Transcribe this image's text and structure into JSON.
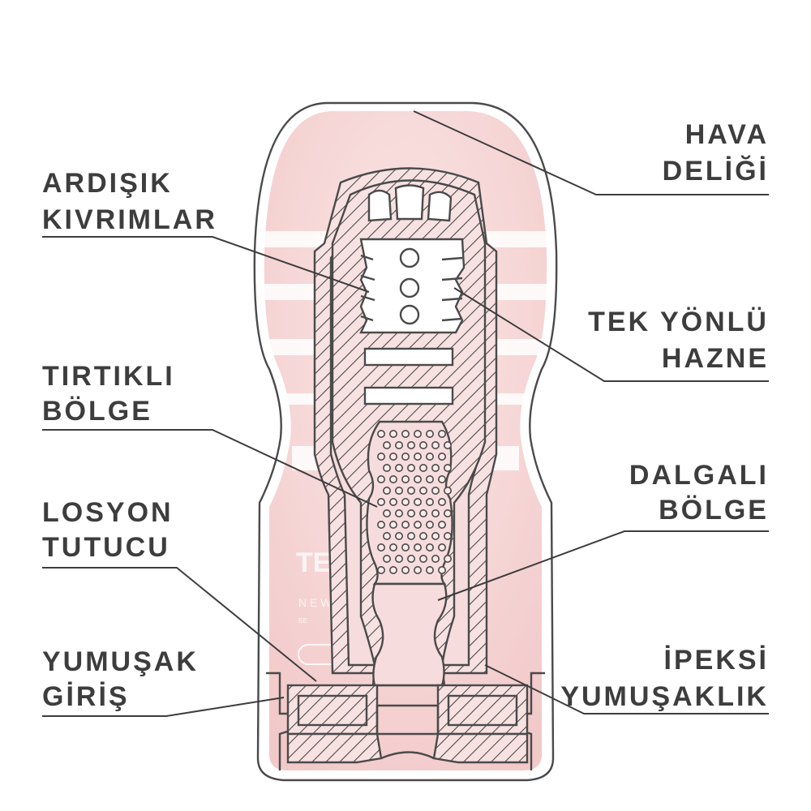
{
  "labels": {
    "hava_line1": "HAVA",
    "hava_line2": "DELİĞİ",
    "ardisik_line1": "ARDIŞIK",
    "ardisik_line2": "KIVRIMLAR",
    "tek_line1": "TEK YÖNLÜ",
    "tek_line2": "HAZNE",
    "tirtikli_line1": "TIRTIKLI",
    "tirtikli_line2": "BÖLGE",
    "dalgali_line1": "DALGALI",
    "dalgali_line2": "BÖLGE",
    "losyon_line1": "LOSYON",
    "losyon_line2": "TUTUCU",
    "ipeksi_line1": "İPEKSİ",
    "ipeksi_line2": "YUMUŞAKLIK",
    "yumusak_line1": "YUMUŞAK",
    "yumusak_line2": "GİRİŞ"
  },
  "colors": {
    "body_pink": "#f6d3d3",
    "stripe": "#ffffff",
    "line": "#4a4a4a",
    "text": "#3d3d3d"
  }
}
